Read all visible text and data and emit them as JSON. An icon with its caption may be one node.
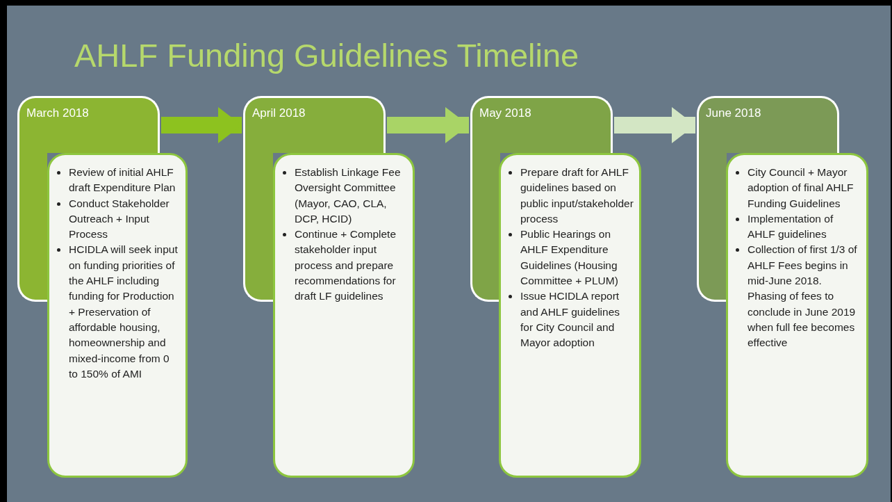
{
  "diagram": {
    "title": "AHLF Funding Guidelines Timeline",
    "nodes": [
      {
        "text": [
          "March 2018"
        ]
      },
      {
        "text": [
          "Review of initial AHLF draft Expenditure Plan",
          "Conduct Stakeholder Outreach + Input Process",
          "HCIDLA will seek input on funding priorities of the AHLF including funding for Production + Preservation of affordable housing, homeownership and mixed-income from  0 to 150% of AMI"
        ]
      },
      {
        "text": [
          "April 2018"
        ]
      },
      {
        "text": [
          "Establish Linkage Fee Oversight Committee (Mayor, CAO, CLA, DCP, HCID)",
          "Continue + Complete stakeholder  input process and prepare recommendations for  draft LF guidelines"
        ]
      },
      {
        "text": [
          "May 2018"
        ]
      },
      {
        "text": [
          "Prepare draft for AHLF guidelines based on public input/stakeholder process",
          "Public Hearings on AHLF Expenditure Guidelines (Housing Committee + PLUM)",
          "Issue HCIDLA report and AHLF guidelines for City Council and Mayor adoption"
        ]
      },
      {
        "text": [
          "June 2018"
        ]
      },
      {
        "text": [
          "City Council + Mayor adoption of final AHLF Funding Guidelines",
          "Implementation of AHLF guidelines",
          "Collection of first 1/3 of AHLF Fees begins in mid-June 2018.  Phasing of fees to conclude in June 2019 when full fee becomes effective"
        ]
      }
    ],
    "edges": [
      {
        "from": 0,
        "to": 2,
        "arrow": "to",
        "color": "#8dc21f"
      },
      {
        "from": 2,
        "to": 4,
        "arrow": "to",
        "color": "#a9d466"
      },
      {
        "from": 4,
        "to": 6,
        "arrow": "to",
        "color": "#d3e6c4"
      }
    ]
  }
}
